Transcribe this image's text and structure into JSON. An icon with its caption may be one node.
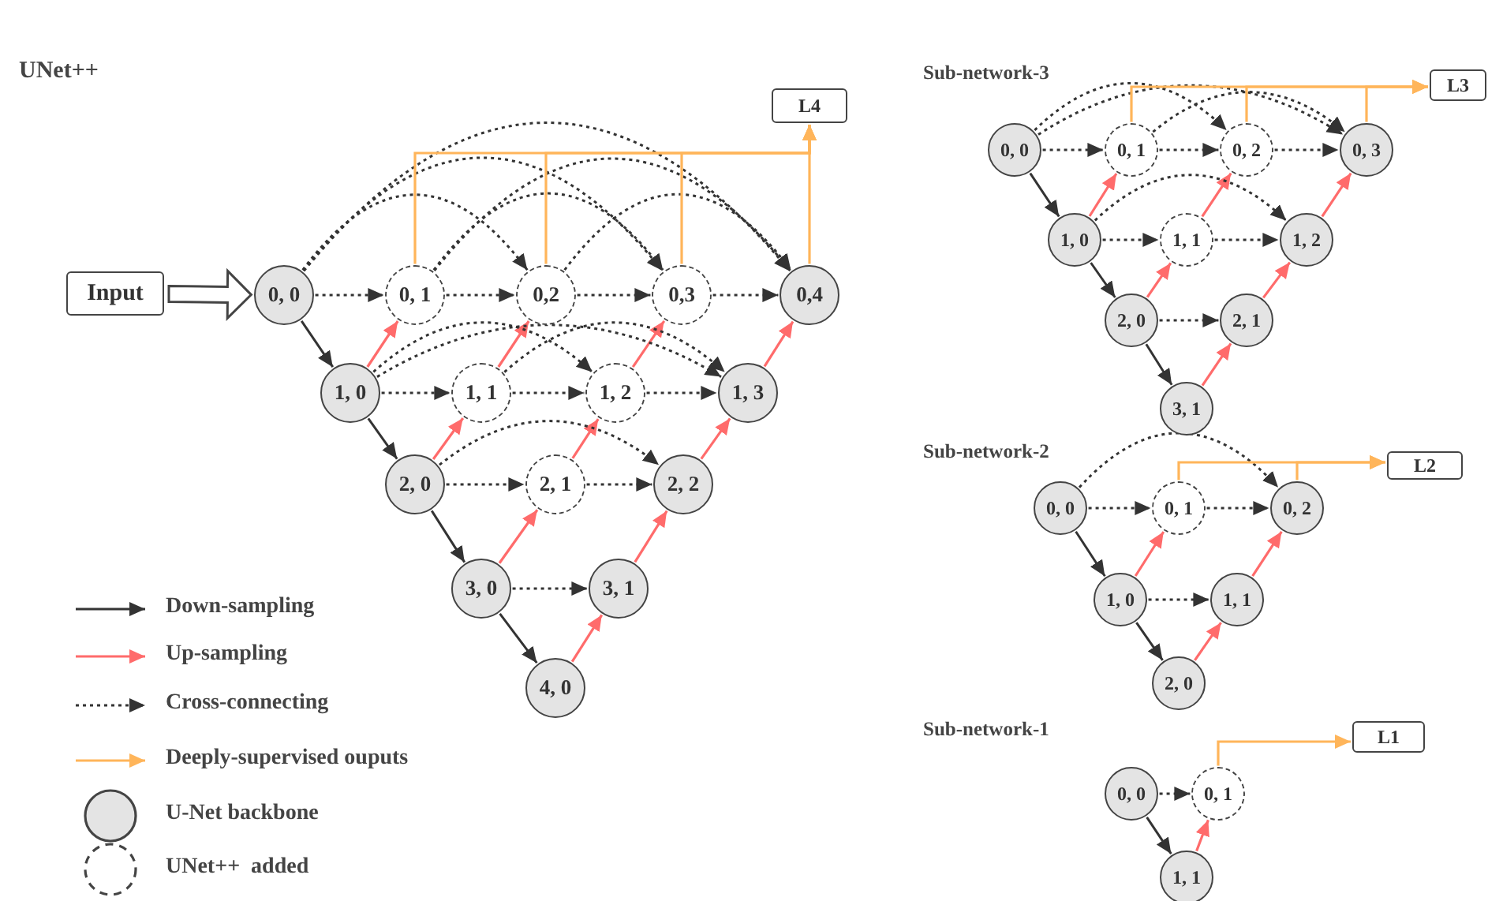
{
  "diagram": {
    "title": "UNet++",
    "nodes": [
      {
        "text": [
          "L4"
        ]
      },
      {
        "text": [
          "Input"
        ]
      },
      {
        "text": [
          "0, 0"
        ]
      },
      {
        "text": [
          "0, 1"
        ]
      },
      {
        "text": [
          "0,2"
        ]
      },
      {
        "text": [
          "0,3"
        ]
      },
      {
        "text": [
          "0,4"
        ]
      },
      {
        "text": [
          "1, 0"
        ]
      },
      {
        "text": [
          "1, 1"
        ]
      },
      {
        "text": [
          "1, 2"
        ]
      },
      {
        "text": [
          "1, 3"
        ]
      },
      {
        "text": [
          "2, 0"
        ]
      },
      {
        "text": [
          "2, 1"
        ]
      },
      {
        "text": [
          "2, 2"
        ]
      },
      {
        "text": [
          "3, 0"
        ]
      },
      {
        "text": [
          "3, 1"
        ]
      },
      {
        "text": [
          "4, 0"
        ]
      },
      {
        "text": [
          "L3"
        ]
      },
      {
        "text": [
          "0, 0"
        ]
      },
      {
        "text": [
          "0, 1"
        ]
      },
      {
        "text": [
          "0, 2"
        ]
      },
      {
        "text": [
          "0, 3"
        ]
      },
      {
        "text": [
          "1, 0"
        ]
      },
      {
        "text": [
          "1, 1"
        ]
      },
      {
        "text": [
          "1, 2"
        ]
      },
      {
        "text": [
          "2, 0"
        ]
      },
      {
        "text": [
          "2, 1"
        ]
      },
      {
        "text": [
          "3, 1"
        ]
      },
      {
        "text": [
          "L2"
        ]
      },
      {
        "text": [
          "0, 0"
        ]
      },
      {
        "text": [
          "0, 1"
        ]
      },
      {
        "text": [
          "0, 2"
        ]
      },
      {
        "text": [
          "1, 0"
        ]
      },
      {
        "text": [
          "1, 1"
        ]
      },
      {
        "text": [
          "2, 0"
        ]
      },
      {
        "text": [
          "L1"
        ]
      },
      {
        "text": [
          "0, 0"
        ]
      },
      {
        "text": [
          "0, 1"
        ]
      },
      {
        "text": [
          "1, 1"
        ]
      }
    ],
    "edges": [
      {
        "from": 1,
        "to": 2,
        "arrow": "to",
        "style": "thick"
      },
      {
        "from": 2,
        "to": 7,
        "arrow": "to"
      },
      {
        "from": 7,
        "to": 11,
        "arrow": "to"
      },
      {
        "from": 11,
        "to": 14,
        "arrow": "to"
      },
      {
        "from": 14,
        "to": 16,
        "arrow": "to"
      },
      {
        "from": 7,
        "to": 3,
        "arrow": "to",
        "color": "#ff6b6b"
      },
      {
        "from": 11,
        "to": 8,
        "arrow": "to",
        "color": "#ff6b6b"
      },
      {
        "from": 8,
        "to": 4,
        "arrow": "to",
        "color": "#ff6b6b"
      },
      {
        "from": 14,
        "to": 12,
        "arrow": "to",
        "color": "#ff6b6b"
      },
      {
        "from": 12,
        "to": 9,
        "arrow": "to",
        "color": "#ff6b6b"
      },
      {
        "from": 9,
        "to": 5,
        "arrow": "to",
        "color": "#ff6b6b"
      },
      {
        "from": 16,
        "to": 15,
        "arrow": "to",
        "color": "#ff6b6b"
      },
      {
        "from": 15,
        "to": 13,
        "arrow": "to",
        "color": "#ff6b6b"
      },
      {
        "from": 13,
        "to": 10,
        "arrow": "to",
        "color": "#ff6b6b"
      },
      {
        "from": 10,
        "to": 6,
        "arrow": "to",
        "color": "#ff6b6b"
      },
      {
        "from": 2,
        "to": 3,
        "arrow": "to",
        "style": "dashed"
      },
      {
        "from": 2,
        "to": 4,
        "arrow": "to",
        "style": "dashed"
      },
      {
        "from": 2,
        "to": 5,
        "arrow": "to",
        "style": "dashed"
      },
      {
        "from": 2,
        "to": 6,
        "arrow": "to",
        "style": "dashed"
      },
      {
        "from": 3,
        "to": 4,
        "arrow": "to",
        "style": "dashed"
      },
      {
        "from": 3,
        "to": 5,
        "arrow": "to",
        "style": "dashed"
      },
      {
        "from": 3,
        "to": 6,
        "arrow": "to",
        "style": "dashed"
      },
      {
        "from": 4,
        "to": 5,
        "arrow": "to",
        "style": "dashed"
      },
      {
        "from": 4,
        "to": 6,
        "arrow": "to",
        "style": "dashed"
      },
      {
        "from": 5,
        "to": 6,
        "arrow": "to",
        "style": "dashed"
      },
      {
        "from": 7,
        "to": 8,
        "arrow": "to",
        "style": "dashed"
      },
      {
        "from": 7,
        "to": 9,
        "arrow": "to",
        "style": "dashed"
      },
      {
        "from": 7,
        "to": 10,
        "arrow": "to",
        "style": "dashed"
      },
      {
        "from": 8,
        "to": 9,
        "arrow": "to",
        "style": "dashed"
      },
      {
        "from": 8,
        "to": 10,
        "arrow": "to",
        "style": "dashed"
      },
      {
        "from": 9,
        "to": 10,
        "arrow": "to",
        "style": "dashed"
      },
      {
        "from": 11,
        "to": 12,
        "arrow": "to",
        "style": "dashed"
      },
      {
        "from": 11,
        "to": 13,
        "arrow": "to",
        "style": "dashed"
      },
      {
        "from": 12,
        "to": 13,
        "arrow": "to",
        "style": "dashed"
      },
      {
        "from": 14,
        "to": 15,
        "arrow": "to",
        "style": "dashed"
      },
      {
        "from": 3,
        "to": 0,
        "arrow": "to",
        "color": "#ffb55a"
      },
      {
        "from": 4,
        "to": 0,
        "arrow": "to",
        "color": "#ffb55a"
      },
      {
        "from": 5,
        "to": 0,
        "arrow": "to",
        "color": "#ffb55a"
      },
      {
        "from": 6,
        "to": 0,
        "arrow": "to",
        "color": "#ffb55a"
      },
      {
        "from": 18,
        "to": 22,
        "arrow": "to"
      },
      {
        "from": 22,
        "to": 25,
        "arrow": "to"
      },
      {
        "from": 25,
        "to": 27,
        "arrow": "to"
      },
      {
        "from": 22,
        "to": 19,
        "arrow": "to",
        "color": "#ff6b6b"
      },
      {
        "from": 25,
        "to": 23,
        "arrow": "to",
        "color": "#ff6b6b"
      },
      {
        "from": 23,
        "to": 20,
        "arrow": "to",
        "color": "#ff6b6b"
      },
      {
        "from": 27,
        "to": 26,
        "arrow": "to",
        "color": "#ff6b6b"
      },
      {
        "from": 26,
        "to": 24,
        "arrow": "to",
        "color": "#ff6b6b"
      },
      {
        "from": 24,
        "to": 21,
        "arrow": "to",
        "color": "#ff6b6b"
      },
      {
        "from": 18,
        "to": 19,
        "arrow": "to",
        "style": "dashed"
      },
      {
        "from": 18,
        "to": 20,
        "arrow": "to",
        "style": "dashed"
      },
      {
        "from": 18,
        "to": 21,
        "arrow": "to",
        "style": "dashed"
      },
      {
        "from": 19,
        "to": 20,
        "arrow": "to",
        "style": "dashed"
      },
      {
        "from": 19,
        "to": 21,
        "arrow": "to",
        "style": "dashed"
      },
      {
        "from": 20,
        "to": 21,
        "arrow": "to",
        "style": "dashed"
      },
      {
        "from": 22,
        "to": 23,
        "arrow": "to",
        "style": "dashed"
      },
      {
        "from": 22,
        "to": 24,
        "arrow": "to",
        "style": "dashed"
      },
      {
        "from": 23,
        "to": 24,
        "arrow": "to",
        "style": "dashed"
      },
      {
        "from": 25,
        "to": 26,
        "arrow": "to",
        "style": "dashed"
      },
      {
        "from": 19,
        "to": 17,
        "arrow": "to",
        "color": "#ffb55a"
      },
      {
        "from": 20,
        "to": 17,
        "arrow": "to",
        "color": "#ffb55a"
      },
      {
        "from": 21,
        "to": 17,
        "arrow": "to",
        "color": "#ffb55a"
      },
      {
        "from": 29,
        "to": 32,
        "arrow": "to"
      },
      {
        "from": 32,
        "to": 34,
        "arrow": "to"
      },
      {
        "from": 32,
        "to": 30,
        "arrow": "to",
        "color": "#ff6b6b"
      },
      {
        "from": 34,
        "to": 33,
        "arrow": "to",
        "color": "#ff6b6b"
      },
      {
        "from": 33,
        "to": 31,
        "arrow": "to",
        "color": "#ff6b6b"
      },
      {
        "from": 29,
        "to": 30,
        "arrow": "to",
        "style": "dashed"
      },
      {
        "from": 29,
        "to": 31,
        "arrow": "to",
        "style": "dashed"
      },
      {
        "from": 30,
        "to": 31,
        "arrow": "to",
        "style": "dashed"
      },
      {
        "from": 32,
        "to": 33,
        "arrow": "to",
        "style": "dashed"
      },
      {
        "from": 30,
        "to": 28,
        "arrow": "to",
        "color": "#ffb55a"
      },
      {
        "from": 31,
        "to": 28,
        "arrow": "to",
        "color": "#ffb55a"
      },
      {
        "from": 36,
        "to": 38,
        "arrow": "to"
      },
      {
        "from": 38,
        "to": 37,
        "arrow": "to",
        "color": "#ff6b6b"
      },
      {
        "from": 36,
        "to": 37,
        "arrow": "to",
        "style": "dashed"
      },
      {
        "from": 37,
        "to": 35,
        "arrow": "to",
        "color": "#ffb55a"
      }
    ],
    "labels": [
      "Sub-network-3",
      "Sub-network-2",
      "Sub-network-1"
    ],
    "legend": [
      {
        "text": "Down-sampling"
      },
      {
        "text": "Up-sampling"
      },
      {
        "text": "Cross-connecting"
      },
      {
        "text": "Deeply-supervised ouputs"
      },
      {
        "text": "U-Net backbone"
      },
      {
        "text": "UNet++  added"
      }
    ]
  }
}
